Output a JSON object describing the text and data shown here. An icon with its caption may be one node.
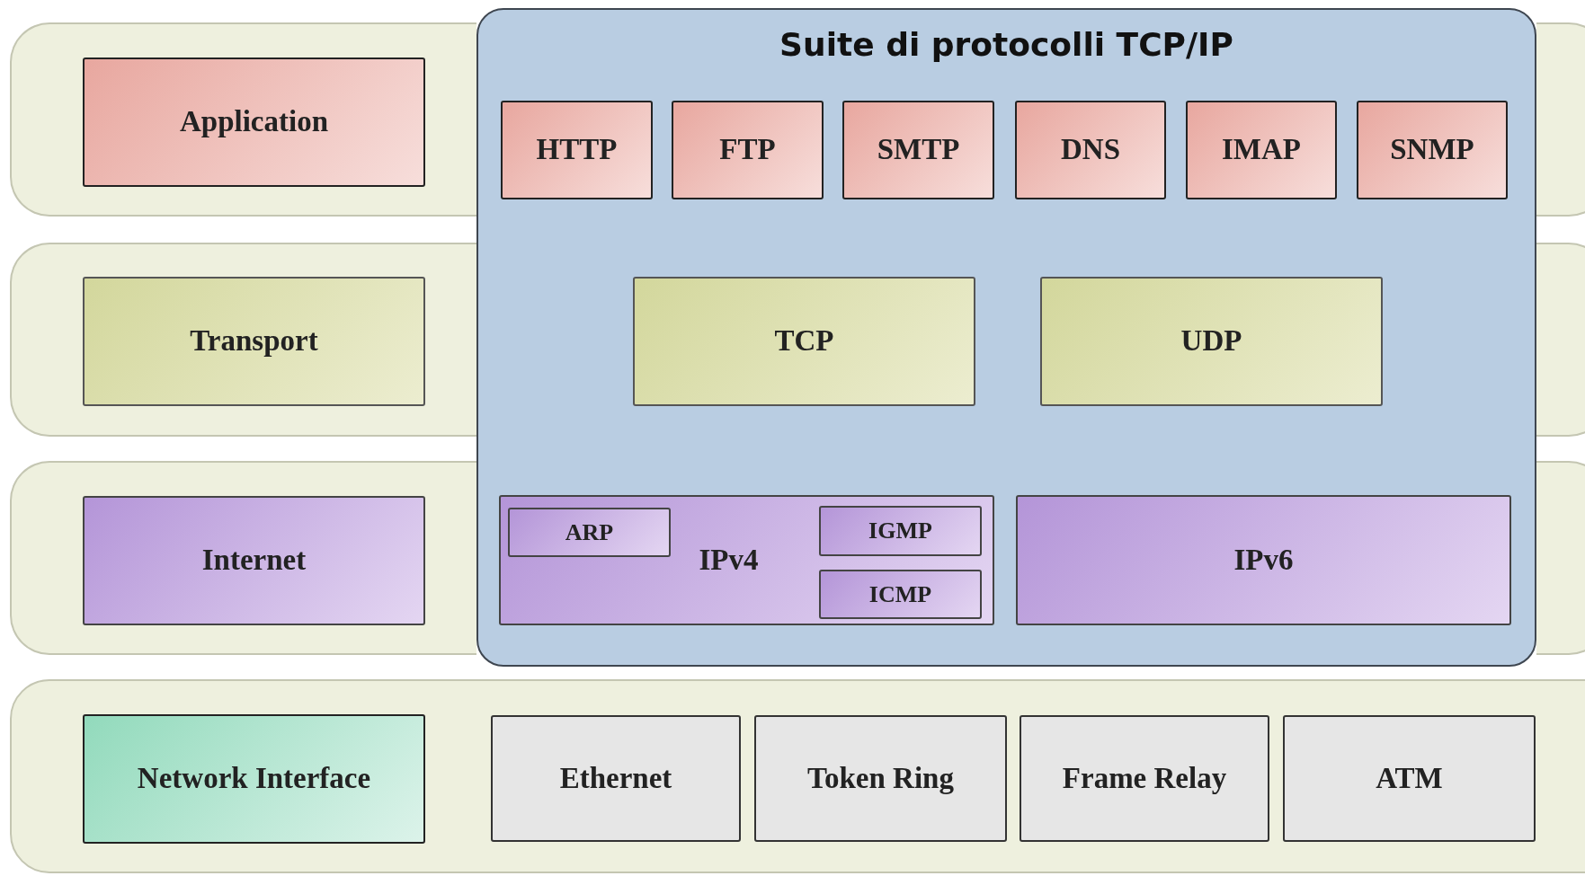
{
  "diagram": {
    "nodes": [
      {
        "text": [],
        "shape": "band"
      },
      {
        "text": [
          "Application"
        ],
        "in": 0
      },
      {
        "text": [],
        "shape": "band"
      },
      {
        "text": [
          "Transport"
        ],
        "in": 2
      },
      {
        "text": [],
        "shape": "band"
      },
      {
        "text": [
          "Internet"
        ],
        "in": 4
      },
      {
        "text": [],
        "shape": "band"
      },
      {
        "text": [
          "Network Interface"
        ],
        "in": 6
      },
      {
        "text": [
          "Ethernet"
        ],
        "in": 6
      },
      {
        "text": [
          "Token Ring"
        ],
        "in": 6
      },
      {
        "text": [
          "Frame Relay"
        ],
        "in": 6
      },
      {
        "text": [
          "ATM"
        ],
        "in": 6
      },
      {
        "text": [
          "Suite di protocolli TCP/IP"
        ]
      },
      {
        "text": [
          "HTTP"
        ],
        "in": 12
      },
      {
        "text": [
          "FTP"
        ],
        "in": 12
      },
      {
        "text": [
          "SMTP"
        ],
        "in": 12
      },
      {
        "text": [
          "DNS"
        ],
        "in": 12
      },
      {
        "text": [
          "IMAP"
        ],
        "in": 12
      },
      {
        "text": [
          "SNMP"
        ],
        "in": 12
      },
      {
        "text": [
          "TCP"
        ],
        "in": 12
      },
      {
        "text": [
          "UDP"
        ],
        "in": 12
      },
      {
        "text": [
          "IPv4"
        ],
        "in": 12
      },
      {
        "text": [
          "ARP"
        ],
        "in": 21
      },
      {
        "text": [
          "IGMP"
        ],
        "in": 21
      },
      {
        "text": [
          "ICMP"
        ],
        "in": 21
      },
      {
        "text": [
          "IPv6"
        ],
        "in": 12
      },
      {
        "text": [],
        "shape": "band"
      },
      {
        "text": [],
        "shape": "band"
      },
      {
        "text": [],
        "shape": "band"
      }
    ]
  }
}
